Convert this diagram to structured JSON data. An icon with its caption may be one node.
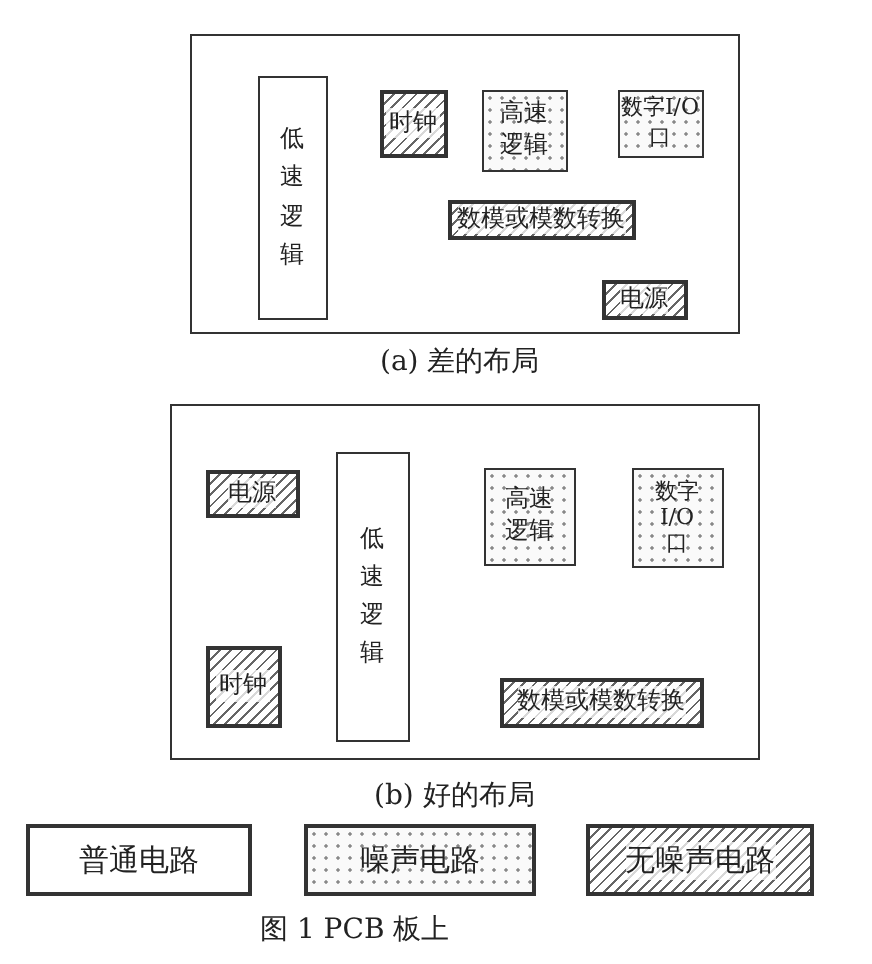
{
  "diagram": {
    "caption": "图 1 PCB 板上",
    "nodes": [
      {
        "text": [],
        "shape": "box",
        "beside": [
          "(a) 差的布局"
        ]
      },
      {
        "text": [
          "低速逻辑"
        ],
        "in": 0
      },
      {
        "text": [
          "时钟"
        ],
        "in": 0
      },
      {
        "text": [
          "高速逻辑"
        ],
        "in": 0
      },
      {
        "text": [
          "数字I/O口"
        ],
        "in": 0
      },
      {
        "text": [
          "数模或模数转换"
        ],
        "in": 0
      },
      {
        "text": [
          "电源"
        ],
        "in": 0
      },
      {
        "text": [],
        "shape": "box",
        "beside": [
          "(b) 好的布局"
        ]
      },
      {
        "text": [
          "电源"
        ],
        "in": 7
      },
      {
        "text": [
          "低速逻辑"
        ],
        "in": 7
      },
      {
        "text": [
          "高速逻辑"
        ],
        "in": 7
      },
      {
        "text": [
          "数字I/O口"
        ],
        "in": 7
      },
      {
        "text": [
          "时钟"
        ],
        "in": 7
      },
      {
        "text": [
          "数模或模数转换"
        ],
        "in": 7
      }
    ],
    "legend": [
      {
        "text": "普通电路"
      },
      {
        "text": "噪声电路"
      },
      {
        "text": "无噪声电路"
      }
    ]
  }
}
